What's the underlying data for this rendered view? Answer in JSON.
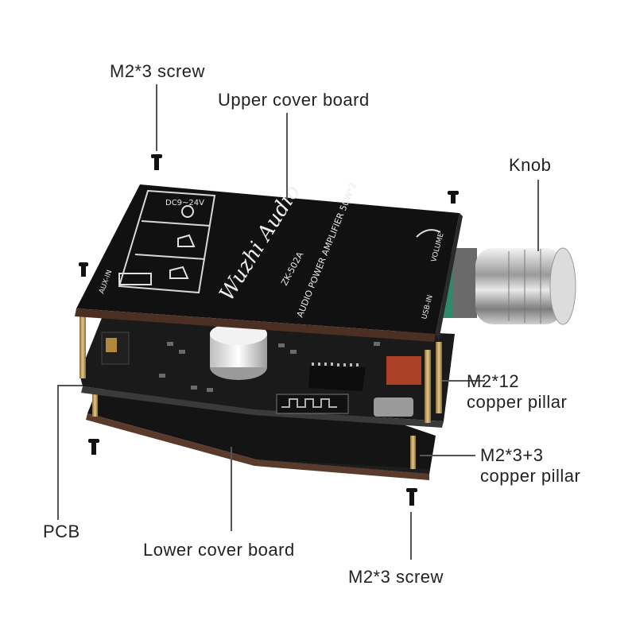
{
  "labels": {
    "screw_top": "M2*3 screw",
    "upper_cover": "Upper cover board",
    "knob": "Knob",
    "pillar_long": "M2*12\ncopper pillar",
    "pillar_short": "M2*3+3\ncopper pillar",
    "pcb": "PCB",
    "lower_cover": "Lower cover board",
    "screw_bottom": "M2*3 screw"
  },
  "board_print": {
    "brand": "Wuzhi Audio",
    "model": "ZK-502A",
    "subtitle": "AUDIO POWER AMPLIFIER 50W*2",
    "power_input": "DC9~24V",
    "volume": "VOLUME",
    "audio_in": "AUX-IN",
    "usb": "USB-IN"
  },
  "colors": {
    "board": "#121212",
    "board_edge": "#2a2a2a",
    "pcb": "#1b1b1b",
    "copper_pillar": "#c9a96a",
    "knob_metal": "#c8c8c8",
    "text": "#222222"
  }
}
